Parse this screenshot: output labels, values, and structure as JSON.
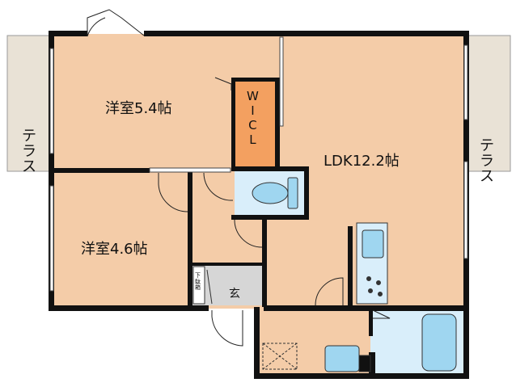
{
  "rooms": {
    "western_room_a": "洋室5.4帖",
    "western_room_b": "洋室4.6帖",
    "ldk": "LDK12.2帖",
    "wic": [
      "W",
      "I",
      "C",
      "L"
    ],
    "entrance": "玄"
  },
  "terraces": {
    "left": [
      "テ",
      "ラ",
      "ス"
    ],
    "right": [
      "テ",
      "ラ",
      "ス"
    ]
  },
  "shoe_storage": [
    "下",
    "駄",
    "箱"
  ],
  "colors": {
    "floor": "#f4cca8",
    "wic": "#f3a060",
    "wet_area": "#d9eefa",
    "entrance": "#d6d6d6",
    "terrace": "#e9e2d6",
    "wall": "#111111",
    "fixture": "#9fd6f0"
  }
}
